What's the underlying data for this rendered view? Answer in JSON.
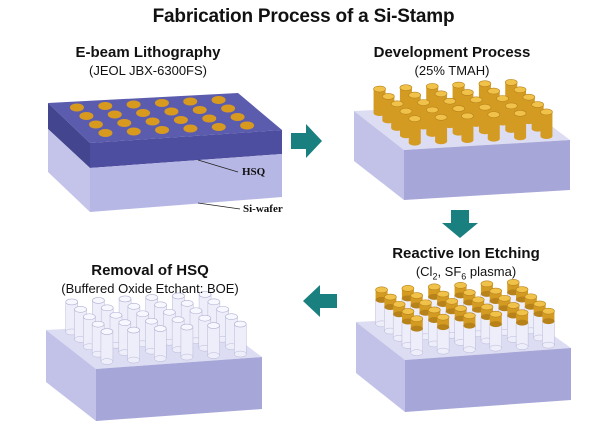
{
  "title": "Fabrication Process of a Si-Stamp",
  "steps": [
    {
      "title": "E-beam Lithography",
      "subtitle": "(JEOL JBX-6300FS)"
    },
    {
      "title": "Development Process",
      "subtitle": "(25% TMAH)"
    },
    {
      "title": "Reactive Ion Etching",
      "subtitle_parts": {
        "a": "(Cl",
        "b": "2",
        "c": ", SF",
        "d": "6",
        "e": " plasma)"
      }
    },
    {
      "title": "Removal of HSQ",
      "subtitle": "(Buffered Oxide Etchant: BOE)"
    }
  ],
  "labels": {
    "hsq": "HSQ",
    "si_wafer": "Si-wafer"
  },
  "colors": {
    "wafer_top": "#d9d9f1",
    "wafer_front": "#b9b9e6",
    "wafer_side": "#9d9dd0",
    "hsq_top": "#5b5cae",
    "hsq_front": "#47489a",
    "dot": "#d89a1e",
    "pillar_gold": "#d49b22",
    "pillar_gold_top": "#f0c24a",
    "pillar_white": "#eeeefa",
    "pillar_white_top": "#f7f7ff",
    "arrow": "#1a7f7f"
  },
  "icons": [
    "arrow-right-icon",
    "arrow-down-icon",
    "arrow-left-icon"
  ]
}
